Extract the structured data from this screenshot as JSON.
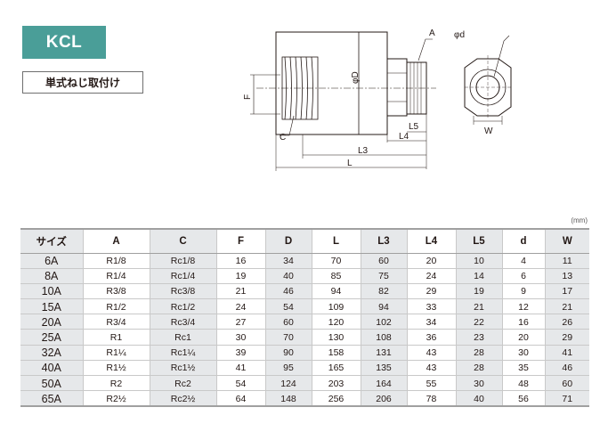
{
  "header": {
    "model": "KCL",
    "mount_type": "単式ねじ取付け"
  },
  "drawing_labels": {
    "A": "A",
    "phi_d": "φd",
    "phi_D": "φD",
    "F": "F",
    "C": "C",
    "L5": "L5",
    "L4": "L4",
    "L3": "L3",
    "L": "L",
    "W": "W"
  },
  "unit": "(mm)",
  "table": {
    "headers": [
      "サイズ",
      "A",
      "C",
      "F",
      "D",
      "L",
      "L3",
      "L4",
      "L5",
      "d",
      "W"
    ],
    "rows": [
      [
        "6A",
        "R1/8",
        "Rc1/8",
        "16",
        "34",
        "70",
        "60",
        "20",
        "10",
        "4",
        "11"
      ],
      [
        "8A",
        "R1/4",
        "Rc1/4",
        "19",
        "40",
        "85",
        "75",
        "24",
        "14",
        "6",
        "13"
      ],
      [
        "10A",
        "R3/8",
        "Rc3/8",
        "21",
        "46",
        "94",
        "82",
        "29",
        "19",
        "9",
        "17"
      ],
      [
        "15A",
        "R1/2",
        "Rc1/2",
        "24",
        "54",
        "109",
        "94",
        "33",
        "21",
        "12",
        "21"
      ],
      [
        "20A",
        "R3/4",
        "Rc3/4",
        "27",
        "60",
        "120",
        "102",
        "34",
        "22",
        "16",
        "26"
      ],
      [
        "25A",
        "R1",
        "Rc1",
        "30",
        "70",
        "130",
        "108",
        "36",
        "23",
        "20",
        "29"
      ],
      [
        "32A",
        "R1¼",
        "Rc1¼",
        "39",
        "90",
        "158",
        "131",
        "43",
        "28",
        "30",
        "41"
      ],
      [
        "40A",
        "R1½",
        "Rc1½",
        "41",
        "95",
        "165",
        "135",
        "43",
        "28",
        "35",
        "46"
      ],
      [
        "50A",
        "R2",
        "Rc2",
        "54",
        "124",
        "203",
        "164",
        "55",
        "30",
        "48",
        "60"
      ],
      [
        "65A",
        "R2½",
        "Rc2½",
        "64",
        "148",
        "256",
        "206",
        "78",
        "40",
        "56",
        "71"
      ]
    ]
  }
}
